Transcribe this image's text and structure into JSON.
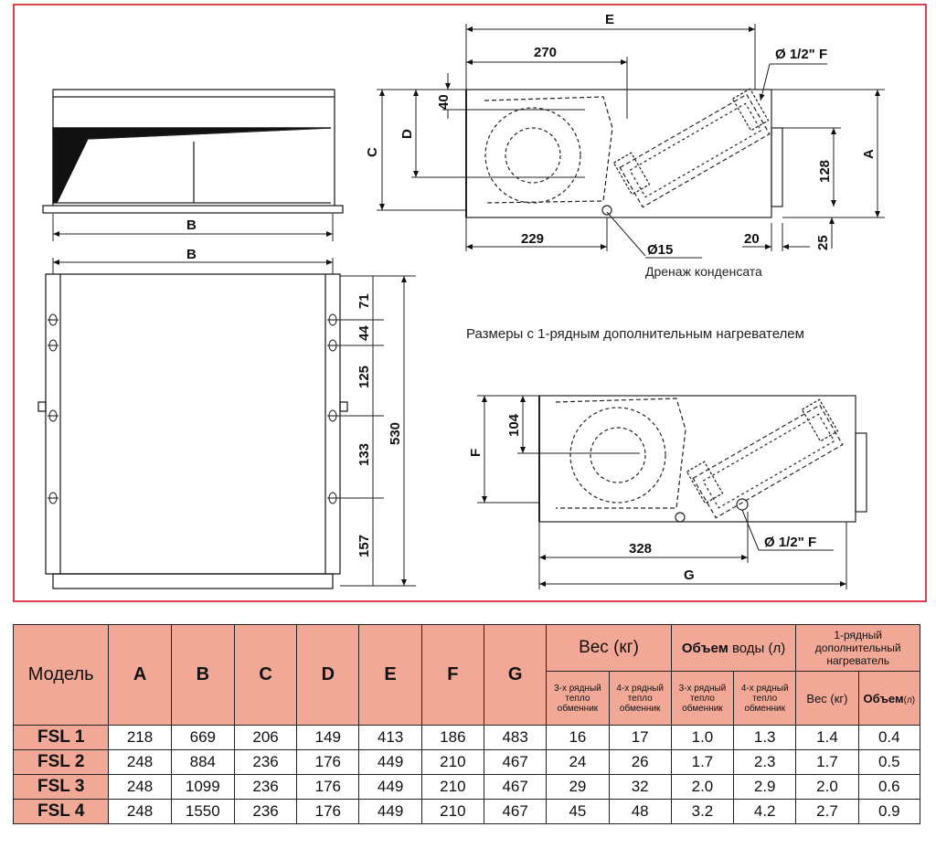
{
  "drawing": {
    "dims": {
      "E": "E",
      "d270": "270",
      "pipe_top": "Ø 1/2\" F",
      "d40": "40",
      "C": "C",
      "D": "D",
      "A": "A",
      "d128": "128",
      "d229": "229",
      "d20": "20",
      "d25": "25",
      "drain_dia": "Ø15",
      "B_front": "B",
      "B_top": "B",
      "d71": "71",
      "d44": "44",
      "d125": "125",
      "d133": "133",
      "d157": "157",
      "d530": "530",
      "F": "F",
      "d104": "104",
      "d328": "328",
      "pipe_bottom": "Ø 1/2\" F",
      "G": "G"
    },
    "drain_label": "Дренаж конденсата",
    "heater_caption": "Размеры с 1-рядным дополнительным нагревателем"
  },
  "table": {
    "header": {
      "model": "Модель",
      "letters": [
        "A",
        "B",
        "C",
        "D",
        "E",
        "F",
        "G"
      ],
      "weight": "Вес (кг)",
      "volume_bold": "Объем",
      "volume_rest": " воды (л)",
      "heater": "1-рядный дополнительный нагреватель",
      "sub_3row": "3-х рядный тепло обменник",
      "sub_4row": "4-х рядный тепло обменник",
      "heater_weight": "Вес (кг)",
      "heater_volume": "Объем",
      "heater_volume_unit": "(л)"
    },
    "rows": [
      {
        "model": "FSL 1",
        "values": [
          "218",
          "669",
          "206",
          "149",
          "413",
          "186",
          "483",
          "16",
          "17",
          "1.0",
          "1.3",
          "1.4",
          "0.4"
        ]
      },
      {
        "model": "FSL 2",
        "values": [
          "248",
          "884",
          "236",
          "176",
          "449",
          "210",
          "467",
          "24",
          "26",
          "1.7",
          "2.3",
          "1.7",
          "0.5"
        ]
      },
      {
        "model": "FSL 3",
        "values": [
          "248",
          "1099",
          "236",
          "176",
          "449",
          "210",
          "467",
          "29",
          "32",
          "2.0",
          "2.9",
          "2.0",
          "0.6"
        ]
      },
      {
        "model": "FSL 4",
        "values": [
          "248",
          "1550",
          "236",
          "176",
          "449",
          "210",
          "467",
          "45",
          "48",
          "3.2",
          "4.2",
          "2.7",
          "0.9"
        ]
      }
    ]
  }
}
